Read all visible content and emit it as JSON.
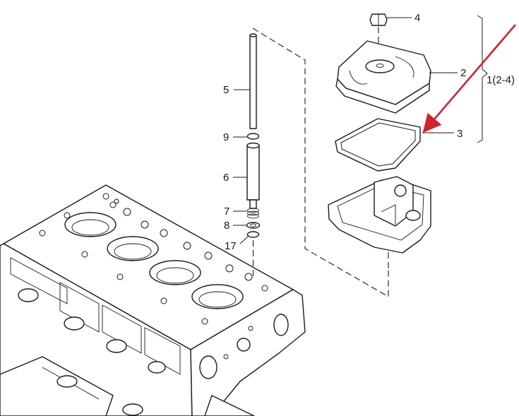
{
  "callouts": {
    "p4": "4",
    "p2": "2",
    "p1": "1(2-4)",
    "p3": "3",
    "p5": "5",
    "p9": "9",
    "p6": "6",
    "p7": "7",
    "p8": "8",
    "p17": "17"
  },
  "colors": {
    "line": "#1a1a1a",
    "highlight_arrow": "#d0232a",
    "background": "#ffffff"
  }
}
